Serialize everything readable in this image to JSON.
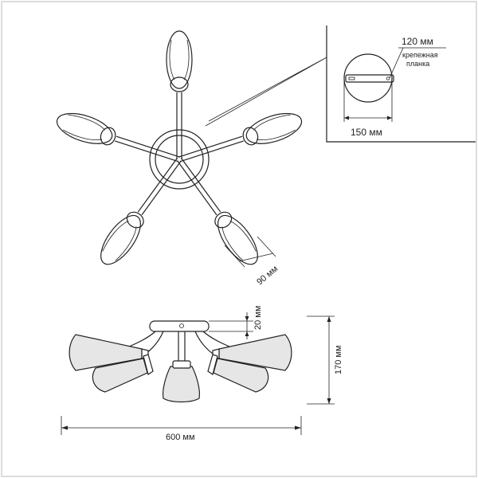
{
  "dimensions": {
    "mount_plate_length": "120 мм",
    "mount_plate_label": "крепежная\nпланка",
    "base_diameter": "150 мм",
    "shade_width": "90 мм",
    "canopy_height": "20 мм",
    "total_height": "170 мм",
    "total_width": "600 мм"
  },
  "colors": {
    "line": "#222222",
    "shade_fill": "#e6e6e6",
    "background": "#ffffff"
  }
}
